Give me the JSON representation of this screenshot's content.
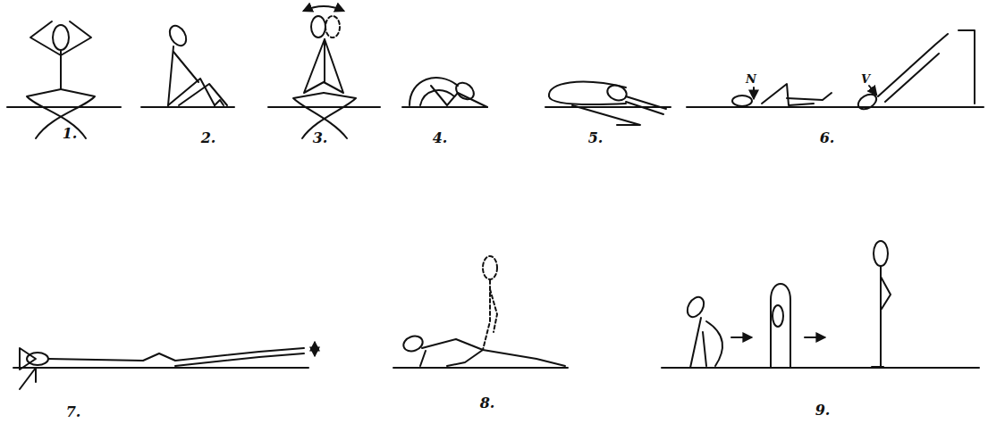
{
  "diagram": {
    "labels": [
      "1.",
      "2.",
      "3.",
      "4.",
      "5.",
      "N",
      "V",
      "6.",
      "7.",
      "8.",
      "9."
    ]
  }
}
